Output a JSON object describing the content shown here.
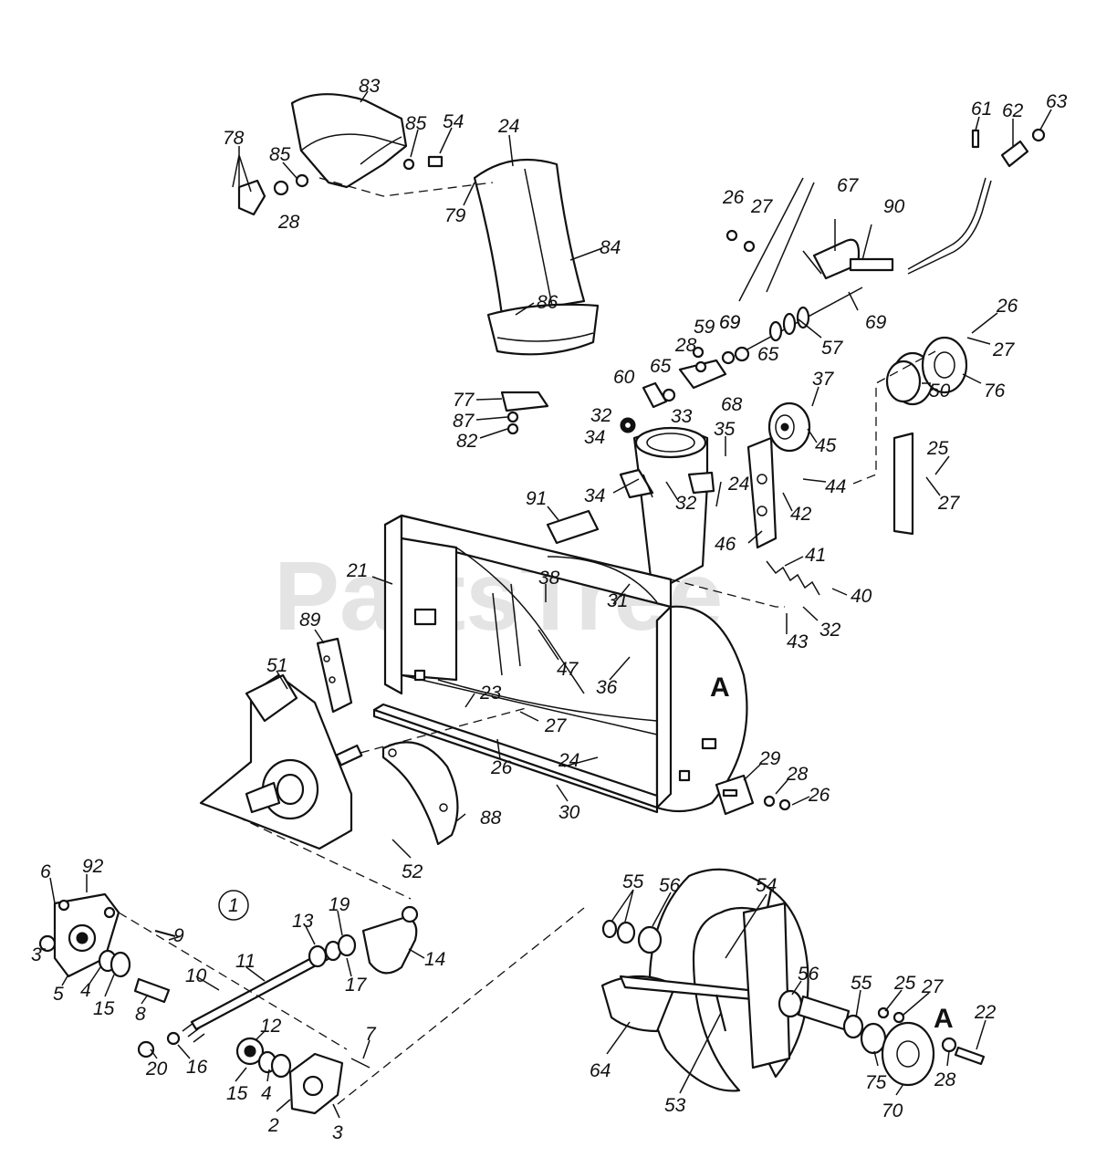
{
  "watermark": "PartsTree",
  "section_marker": "1",
  "ref_marks": [
    "A",
    "A"
  ],
  "labels": [
    "83",
    "78",
    "85",
    "85",
    "54",
    "24",
    "28",
    "79",
    "84",
    "86",
    "77",
    "87",
    "82",
    "61",
    "62",
    "63",
    "26",
    "27",
    "67",
    "90",
    "69",
    "57",
    "69",
    "26",
    "27",
    "76",
    "59",
    "28",
    "65",
    "69",
    "65",
    "60",
    "68",
    "32",
    "34",
    "33",
    "37",
    "45",
    "50",
    "35",
    "24",
    "44",
    "42",
    "25",
    "27",
    "91",
    "34",
    "32",
    "46",
    "21",
    "38",
    "31",
    "41",
    "40",
    "43",
    "32",
    "89",
    "47",
    "36",
    "51",
    "23",
    "27",
    "26",
    "24",
    "29",
    "28",
    "26",
    "88",
    "30",
    "52",
    "6",
    "92",
    "3",
    "5",
    "4",
    "15",
    "8",
    "9",
    "10",
    "11",
    "13",
    "19",
    "17",
    "14",
    "12",
    "15",
    "4",
    "20",
    "16",
    "7",
    "2",
    "3",
    "55",
    "56",
    "54",
    "64",
    "53",
    "56",
    "55",
    "25",
    "27",
    "22",
    "75",
    "28",
    "70"
  ]
}
